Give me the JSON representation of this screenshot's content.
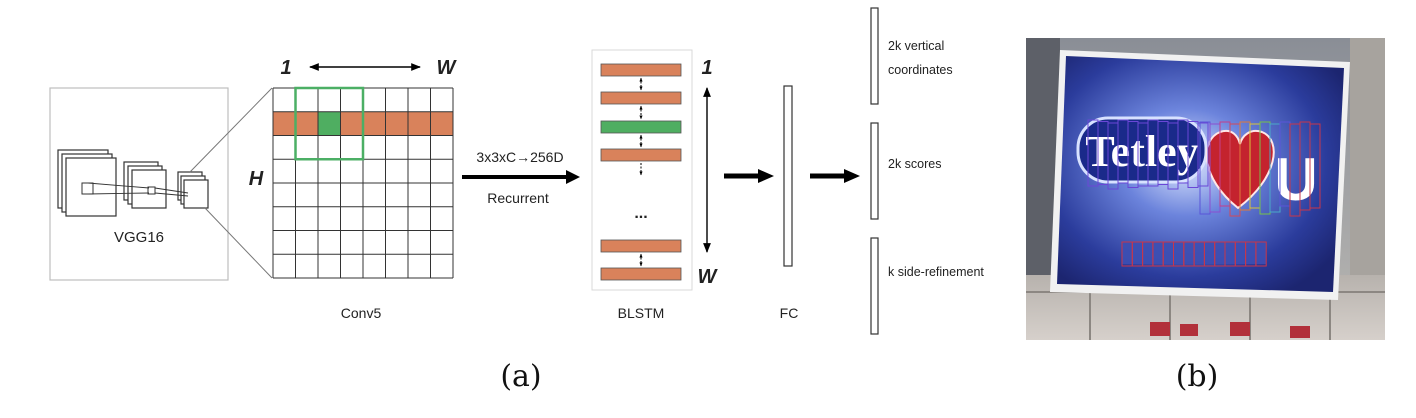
{
  "figure": {
    "panel_a": {
      "caption": "(a)",
      "vgg": {
        "label": "VGG16"
      },
      "conv": {
        "label": "Conv5",
        "axis_top_start": "1",
        "axis_top_end": "W",
        "axis_left": "H",
        "rows": 8,
        "cols": 8,
        "highlight_row": 1,
        "highlight_col": 2
      },
      "recurrent_arrow": {
        "top_label": "3x3xC→256D",
        "bottom_label": "Recurrent"
      },
      "blstm": {
        "label": "BLSTM",
        "ellipsis": "...",
        "axis_start": "1",
        "axis_end": "W",
        "cells": [
          "orange",
          "orange",
          "green",
          "orange",
          "orange",
          "orange"
        ]
      },
      "fc": {
        "label": "FC"
      },
      "outputs": [
        {
          "label_line1": "2k vertical",
          "label_line2": "coordinates"
        },
        {
          "label_line1": "2k scores",
          "label_line2": ""
        },
        {
          "label_line1": "k side-refinement",
          "label_line2": ""
        }
      ]
    },
    "panel_b": {
      "caption": "(b)",
      "photo": {
        "sign_text": "Tetley",
        "right_letter": "U"
      }
    }
  },
  "colors": {
    "orange": "#d9825b",
    "green": "#4fae61",
    "green_box": "#4caf65",
    "grid_line": "#333333",
    "arrow": "#000000",
    "billboard_blue": "#2b3c9c",
    "heart_red": "#c4232e",
    "proposal_red": "#c8364a"
  }
}
